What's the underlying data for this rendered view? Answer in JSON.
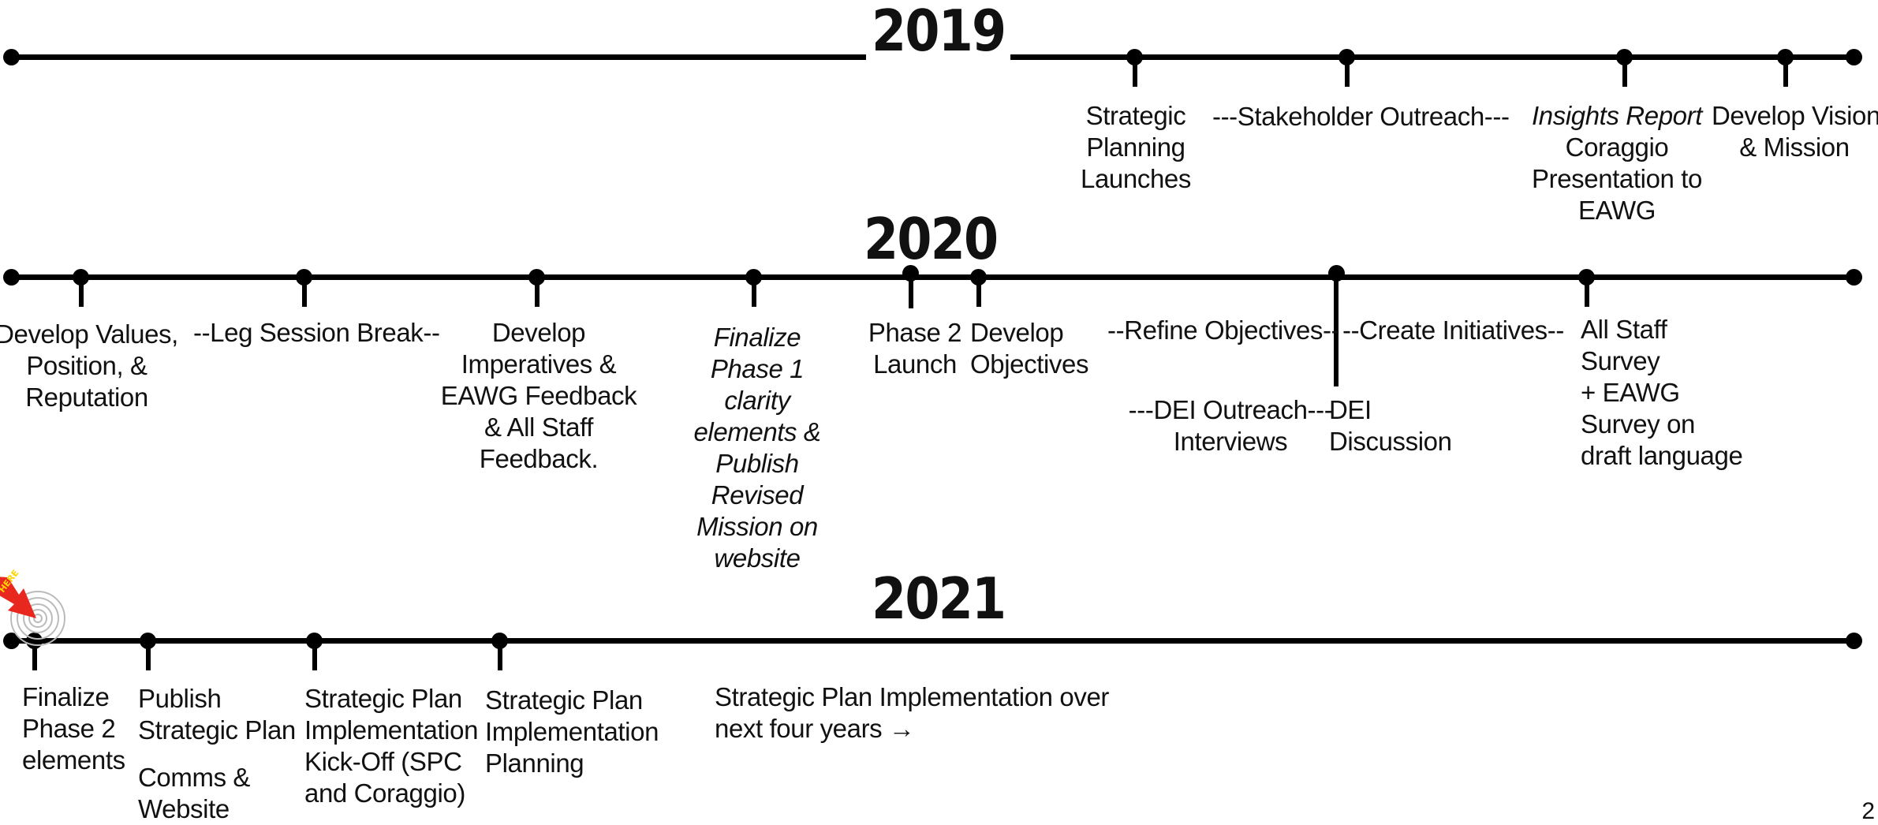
{
  "years": {
    "y2019": "2019",
    "y2020": "2020",
    "y2021": "2021"
  },
  "t2019": {
    "strategic_planning": [
      "Strategic",
      "Planning",
      "Launches"
    ],
    "stakeholder_outreach": "---Stakeholder Outreach---",
    "insights_report": "Insights Report",
    "coraggio_presentation": [
      "Coraggio",
      "Presentation to",
      "EAWG"
    ],
    "vision_mission": [
      "Develop Vision",
      "& Mission"
    ]
  },
  "t2020": {
    "values": [
      "Develop Values,",
      "Position, &",
      "Reputation"
    ],
    "leg_session": "--Leg Session Break--",
    "imperatives": [
      "Develop",
      "Imperatives &",
      "EAWG Feedback",
      "& All Staff",
      "Feedback."
    ],
    "finalize_phase1": [
      "Finalize",
      "Phase 1",
      "clarity",
      "elements &",
      "Publish",
      "Revised",
      "Mission on",
      "website"
    ],
    "phase2_launch": [
      "Phase 2",
      "Launch"
    ],
    "develop_objectives": [
      "Develop",
      "Objectives"
    ],
    "refine_objectives": "--Refine Objectives--",
    "dei_outreach": [
      "---DEI Outreach---",
      "Interviews"
    ],
    "create_initiatives": "--Create Initiatives--",
    "dei_discussion": [
      "DEI",
      "Discussion"
    ],
    "all_staff_survey": [
      "All Staff",
      "Survey",
      "+ EAWG",
      "Survey on",
      "draft language"
    ]
  },
  "t2021": {
    "finalize_phase2": [
      "Finalize",
      "Phase 2",
      "elements"
    ],
    "publish_plan": [
      "Publish",
      "Strategic Plan"
    ],
    "comms_website": [
      "Comms &",
      "Website"
    ],
    "kickoff": [
      "Strategic Plan",
      "Implementation",
      "Kick-Off (SPC",
      "and Coraggio)"
    ],
    "impl_planning": [
      "Strategic Plan",
      "Implementation",
      "Planning"
    ],
    "four_years": [
      "Strategic Plan Implementation over",
      "next four years →"
    ]
  },
  "marker_text": "HERE",
  "page_number": "2",
  "colors": {
    "line": "#000000",
    "arrow": "#e8281e",
    "arrow_text": "#ffd400",
    "target": "#bbbbbb"
  }
}
